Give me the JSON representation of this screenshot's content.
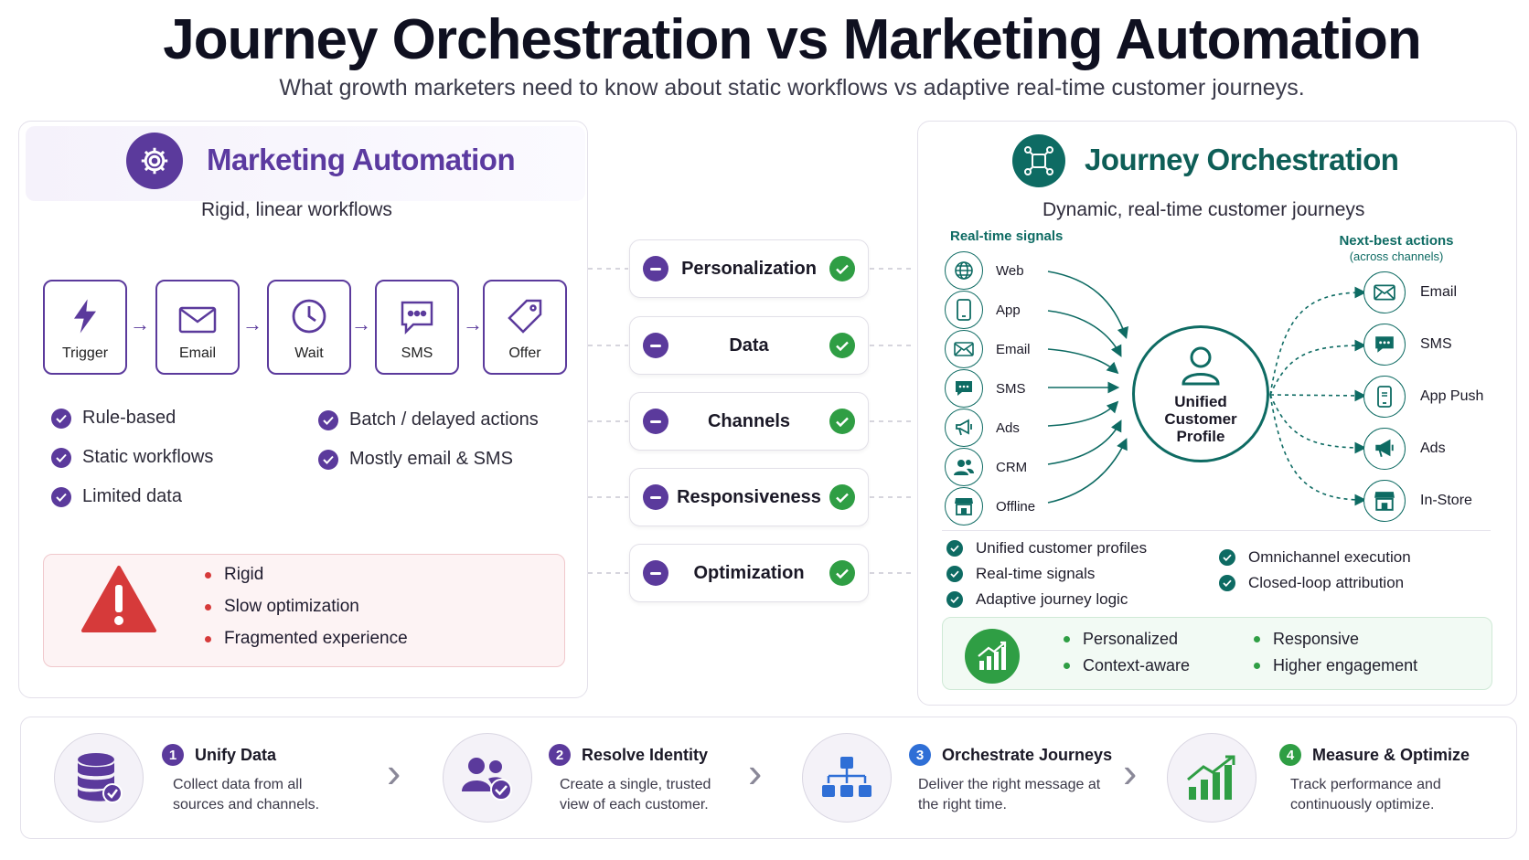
{
  "header": {
    "title": "Journey Orchestration vs Marketing Automation",
    "subtitle": "What growth marketers need to know about static workflows vs adaptive real-time customer journeys."
  },
  "marketing_automation": {
    "title": "Marketing Automation",
    "subtitle": "Rigid, linear workflows",
    "icon": "gear-icon",
    "flow": [
      {
        "label": "Trigger",
        "icon": "lightning-icon"
      },
      {
        "label": "Email",
        "icon": "envelope-icon"
      },
      {
        "label": "Wait",
        "icon": "clock-icon"
      },
      {
        "label": "SMS",
        "icon": "chat-bubble-icon"
      },
      {
        "label": "Offer",
        "icon": "tag-icon"
      }
    ],
    "features_left": [
      "Rule-based",
      "Static workflows",
      "Limited data"
    ],
    "features_right": [
      "Batch / delayed actions",
      "Mostly email & SMS"
    ],
    "drawbacks": [
      "Rigid",
      "Slow optimization",
      "Fragmented experience"
    ]
  },
  "comparison": [
    "Personalization",
    "Data",
    "Channels",
    "Responsiveness",
    "Optimization"
  ],
  "journey_orchestration": {
    "title": "Journey Orchestration",
    "subtitle": "Dynamic, real-time customer journeys",
    "icon": "network-icon",
    "signals_heading": "Real-time signals",
    "signals": [
      {
        "label": "Web",
        "icon": "globe-icon"
      },
      {
        "label": "App",
        "icon": "phone-icon"
      },
      {
        "label": "Email",
        "icon": "envelope-icon"
      },
      {
        "label": "SMS",
        "icon": "chat-bubble-icon"
      },
      {
        "label": "Ads",
        "icon": "megaphone-icon"
      },
      {
        "label": "CRM",
        "icon": "people-icon"
      },
      {
        "label": "Offline",
        "icon": "store-icon"
      }
    ],
    "hub": [
      "Unified",
      "Customer",
      "Profile"
    ],
    "actions_heading": "Next-best actions",
    "actions_note": "(across channels)",
    "actions": [
      {
        "label": "Email",
        "icon": "envelope-icon"
      },
      {
        "label": "SMS",
        "icon": "chat-bubble-icon"
      },
      {
        "label": "App Push",
        "icon": "phone-icon"
      },
      {
        "label": "Ads",
        "icon": "megaphone-icon"
      },
      {
        "label": "In-Store",
        "icon": "store-icon"
      }
    ],
    "features_left": [
      "Unified customer profiles",
      "Real-time signals",
      "Adaptive journey logic"
    ],
    "features_right": [
      "Omnichannel execution",
      "Closed-loop attribution"
    ],
    "outcomes": [
      "Personalized",
      "Responsive",
      "Context-aware",
      "Higher engagement"
    ]
  },
  "steps": [
    {
      "num": "1",
      "title": "Unify Data",
      "desc": "Collect data from all sources and channels.",
      "icon": "database-icon",
      "color": "#5b3a9c"
    },
    {
      "num": "2",
      "title": "Resolve Identity",
      "desc": "Create a single, trusted view of each customer.",
      "icon": "users-check-icon",
      "color": "#5b3a9c"
    },
    {
      "num": "3",
      "title": "Orchestrate Journeys",
      "desc": "Deliver the right message at the right time.",
      "icon": "hierarchy-icon",
      "color": "#2f6fd6"
    },
    {
      "num": "4",
      "title": "Measure & Optimize",
      "desc": "Track performance and continuously optimize.",
      "icon": "growth-chart-icon",
      "color": "#2f9e44"
    }
  ]
}
